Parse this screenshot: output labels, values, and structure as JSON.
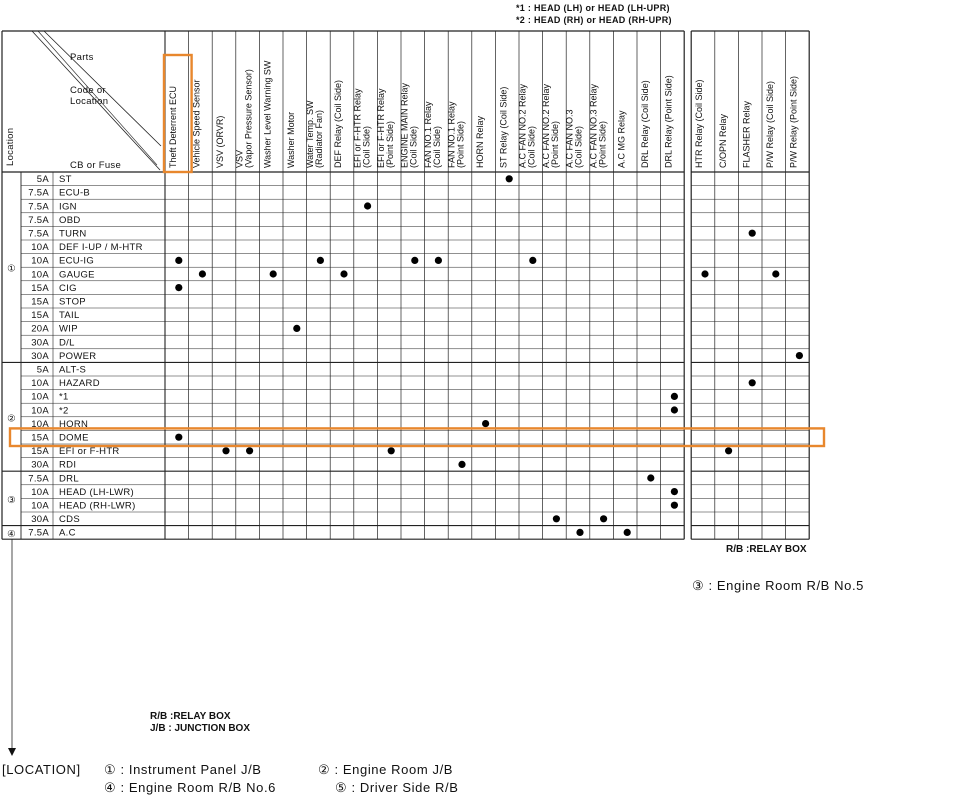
{
  "notes": {
    "note1": "*1 : HEAD (LH) or HEAD (LH-UPR)",
    "note2": "*2 : HEAD (RH) or HEAD (RH-UPR)"
  },
  "corner": {
    "parts": "Parts",
    "code_line1": "Code or",
    "code_line2": "Location",
    "location": "Location",
    "cb": "CB or Fuse"
  },
  "columns": [
    [
      "Theft Deterrent ECU"
    ],
    [
      "Vehicle Speed Sensor"
    ],
    [
      "VSV (ORVR)"
    ],
    [
      "VSV",
      "(Vapor Pressure Sensor)"
    ],
    [
      "Washer Level Warning SW"
    ],
    [
      "Washer Motor"
    ],
    [
      "Water Temp. SW",
      "(Radiator Fan)"
    ],
    [
      "DEF Relay (Coil Side)"
    ],
    [
      "EFI or F-HTR Relay",
      "(Coil Side)"
    ],
    [
      "EFI or F-HTR Relay",
      "(Point Side)"
    ],
    [
      "ENGINE MAIN Relay",
      "(Coil Side)"
    ],
    [
      "FAN NO.1 Relay",
      "(Coil Side)"
    ],
    [
      "FAN NO.1 Relay",
      "(Point Side)"
    ],
    [
      "HORN Relay"
    ],
    [
      "ST Relay (Coil Side)"
    ],
    [
      "A.C FAN NO.2 Relay",
      "(Coil Side)"
    ],
    [
      "A.C FAN NO.2 Relay",
      "(Point Side)"
    ],
    [
      "A.C FAN NO.3",
      "(Coil Side)"
    ],
    [
      "A.C FAN NO.3 Relay",
      "(Point Side)"
    ],
    [
      "A.C MG Relay"
    ],
    [
      "DRL Relay (Coil Side)"
    ],
    [
      "DRL Relay (Point Side)"
    ],
    [
      "HTR Relay (Coil Side)"
    ],
    [
      "C/OPN Relay"
    ],
    [
      "FLASHER Relay"
    ],
    [
      "P/W Relay (Coil Side)"
    ],
    [
      "P/W Relay (Point Side)"
    ]
  ],
  "rows": [
    {
      "loc": "①",
      "amp": "5A",
      "fuse": "ST",
      "dots": [
        14
      ]
    },
    {
      "loc": "①",
      "amp": "7.5A",
      "fuse": "ECU-B",
      "dots": []
    },
    {
      "loc": "①",
      "amp": "7.5A",
      "fuse": "IGN",
      "dots": [
        8
      ]
    },
    {
      "loc": "①",
      "amp": "7.5A",
      "fuse": "OBD",
      "dots": []
    },
    {
      "loc": "①",
      "amp": "7.5A",
      "fuse": "TURN",
      "dots": [
        24
      ]
    },
    {
      "loc": "①",
      "amp": "10A",
      "fuse": "DEF I-UP / M-HTR",
      "dots": []
    },
    {
      "loc": "①",
      "amp": "10A",
      "fuse": "ECU-IG",
      "dots": [
        0,
        6,
        10,
        11,
        15
      ]
    },
    {
      "loc": "①",
      "amp": "10A",
      "fuse": "GAUGE",
      "dots": [
        1,
        4,
        7,
        22,
        25
      ]
    },
    {
      "loc": "①",
      "amp": "15A",
      "fuse": "CIG",
      "dots": [
        0
      ]
    },
    {
      "loc": "①",
      "amp": "15A",
      "fuse": "STOP",
      "dots": []
    },
    {
      "loc": "①",
      "amp": "15A",
      "fuse": "TAIL",
      "dots": []
    },
    {
      "loc": "①",
      "amp": "20A",
      "fuse": "WIP",
      "dots": [
        5
      ]
    },
    {
      "loc": "①",
      "amp": "30A",
      "fuse": "D/L",
      "dots": []
    },
    {
      "loc": "①",
      "amp": "30A",
      "fuse": "POWER",
      "dots": [
        26
      ]
    },
    {
      "loc": "②",
      "amp": "5A",
      "fuse": "ALT-S",
      "dots": []
    },
    {
      "loc": "②",
      "amp": "10A",
      "fuse": "HAZARD",
      "dots": [
        24
      ]
    },
    {
      "loc": "②",
      "amp": "10A",
      "fuse": "*1",
      "dots": [
        21
      ]
    },
    {
      "loc": "②",
      "amp": "10A",
      "fuse": "*2",
      "dots": [
        21
      ]
    },
    {
      "loc": "②",
      "amp": "10A",
      "fuse": "HORN",
      "dots": [
        13
      ]
    },
    {
      "loc": "②",
      "amp": "15A",
      "fuse": "DOME",
      "dots": [
        0
      ]
    },
    {
      "loc": "②",
      "amp": "15A",
      "fuse": "EFI or F-HTR",
      "dots": [
        2,
        3,
        9,
        23
      ]
    },
    {
      "loc": "②",
      "amp": "30A",
      "fuse": "RDI",
      "dots": [
        12
      ]
    },
    {
      "loc": "③",
      "amp": "7.5A",
      "fuse": "DRL",
      "dots": [
        20
      ]
    },
    {
      "loc": "③",
      "amp": "10A",
      "fuse": "HEAD (LH-LWR)",
      "dots": [
        21
      ]
    },
    {
      "loc": "③",
      "amp": "10A",
      "fuse": "HEAD (RH-LWR)",
      "dots": [
        21
      ]
    },
    {
      "loc": "③",
      "amp": "30A",
      "fuse": "CDS",
      "dots": [
        16,
        18
      ]
    },
    {
      "loc": "④",
      "amp": "7.5A",
      "fuse": "A.C",
      "dots": [
        17,
        19
      ]
    }
  ],
  "groups": [
    {
      "label": "①",
      "start": 0,
      "end": 13
    },
    {
      "label": "②",
      "start": 14,
      "end": 21
    },
    {
      "label": "③",
      "start": 22,
      "end": 25
    },
    {
      "label": "④",
      "start": 26,
      "end": 26
    }
  ],
  "highlight": {
    "column": 0,
    "row": 19,
    "color": "#e8872d"
  },
  "relay_box_label": "R/B :RELAY BOX",
  "engine_room_rb5": "③ : Engine Room R/B No.5",
  "legend": {
    "rb": "R/B :RELAY BOX",
    "jb": "J/B : JUNCTION BOX",
    "location_label": "[LOCATION]",
    "item1": "① : Instrument Panel J/B",
    "item2": "② : Engine Room J/B",
    "item4": "④ : Engine Room R/B No.6",
    "item5": "⑤ : Driver Side R/B"
  }
}
